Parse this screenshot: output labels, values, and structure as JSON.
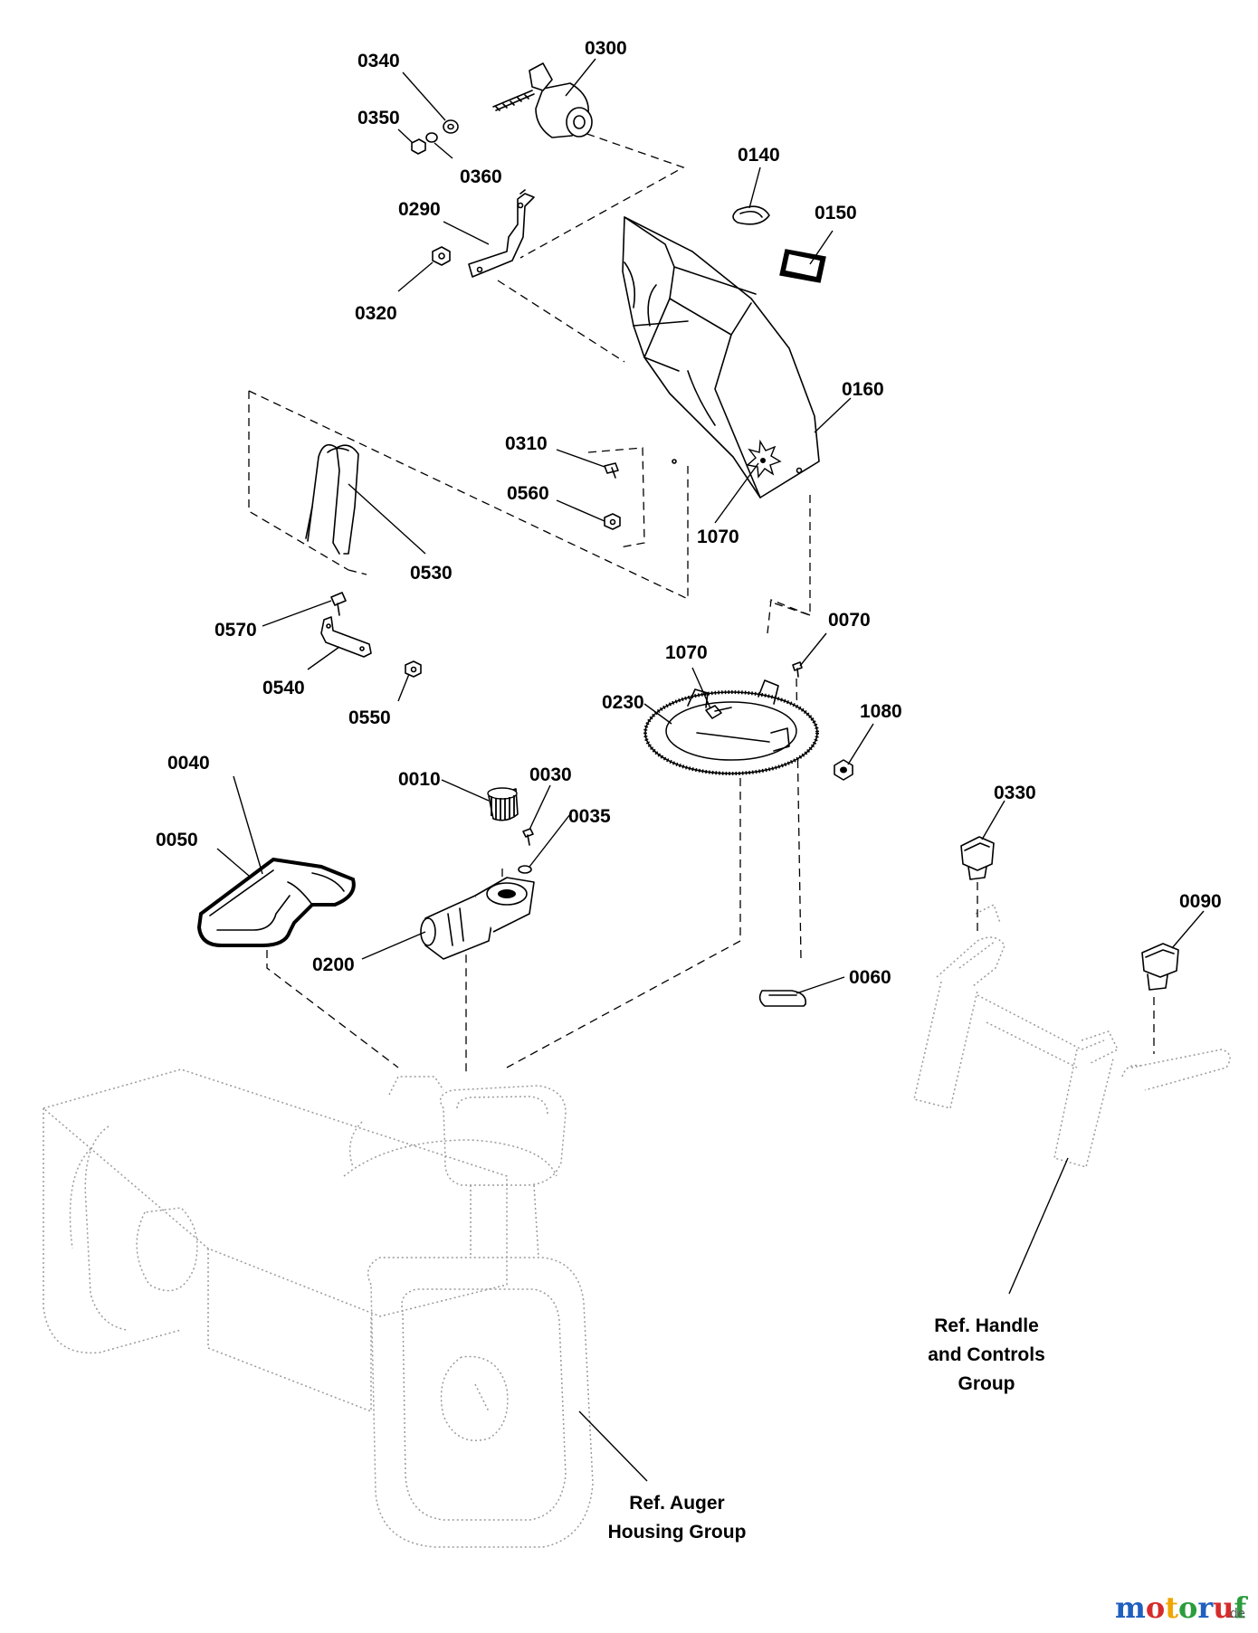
{
  "callouts": {
    "c0340": "0340",
    "c0300": "0300",
    "c0350": "0350",
    "c0360": "0360",
    "c0140": "0140",
    "c0150": "0150",
    "c0290": "0290",
    "c0320": "0320",
    "c0160": "0160",
    "c0310": "0310",
    "c0560": "0560",
    "c1070a": "1070",
    "c0530": "0530",
    "c0570": "0570",
    "c0540": "0540",
    "c0550": "0550",
    "c0070": "0070",
    "c1070b": "1070",
    "c0230": "0230",
    "c1080": "1080",
    "c0040": "0040",
    "c0010": "0010",
    "c0030": "0030",
    "c0035": "0035",
    "c0050": "0050",
    "c0200": "0200",
    "c0060": "0060",
    "c0330": "0330",
    "c0090": "0090"
  },
  "references": {
    "handle_line1": "Ref. Handle",
    "handle_line2": "and Controls",
    "handle_line3": "Group",
    "auger_line1": "Ref. Auger",
    "auger_line2": "Housing Group"
  },
  "watermark": {
    "brand": "motoruf",
    "tld": ".de",
    "colors": [
      "#1f5fbf",
      "#d62b2b",
      "#f0a500",
      "#2a9d3c",
      "#1f5fbf",
      "#d62b2b",
      "#2a9d3c"
    ]
  }
}
